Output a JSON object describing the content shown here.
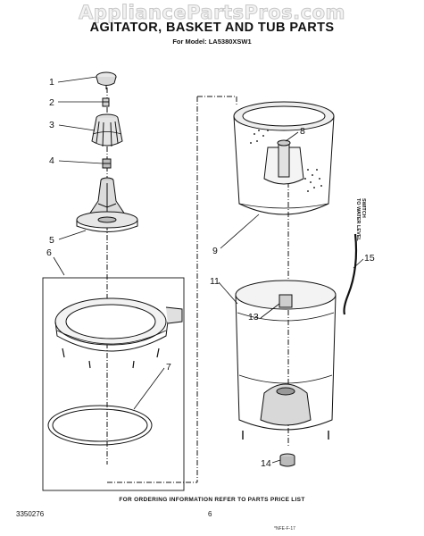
{
  "watermark": "AppliancePartsPros.com",
  "title": "AGITATOR, BASKET AND TUB PARTS",
  "subtitle": "For Model: LA5380XSW1",
  "callouts": [
    "1",
    "2",
    "3",
    "4",
    "5",
    "6",
    "7",
    "8",
    "9",
    "11",
    "13",
    "14",
    "15"
  ],
  "side_label_1": "TO WATER LEVEL",
  "side_label_2": "SWITCH",
  "footer": {
    "note": "FOR ORDERING INFORMATION REFER TO PARTS PRICE LIST",
    "part_number": "3350276",
    "page": "6",
    "code": "*NFE-F-17"
  }
}
